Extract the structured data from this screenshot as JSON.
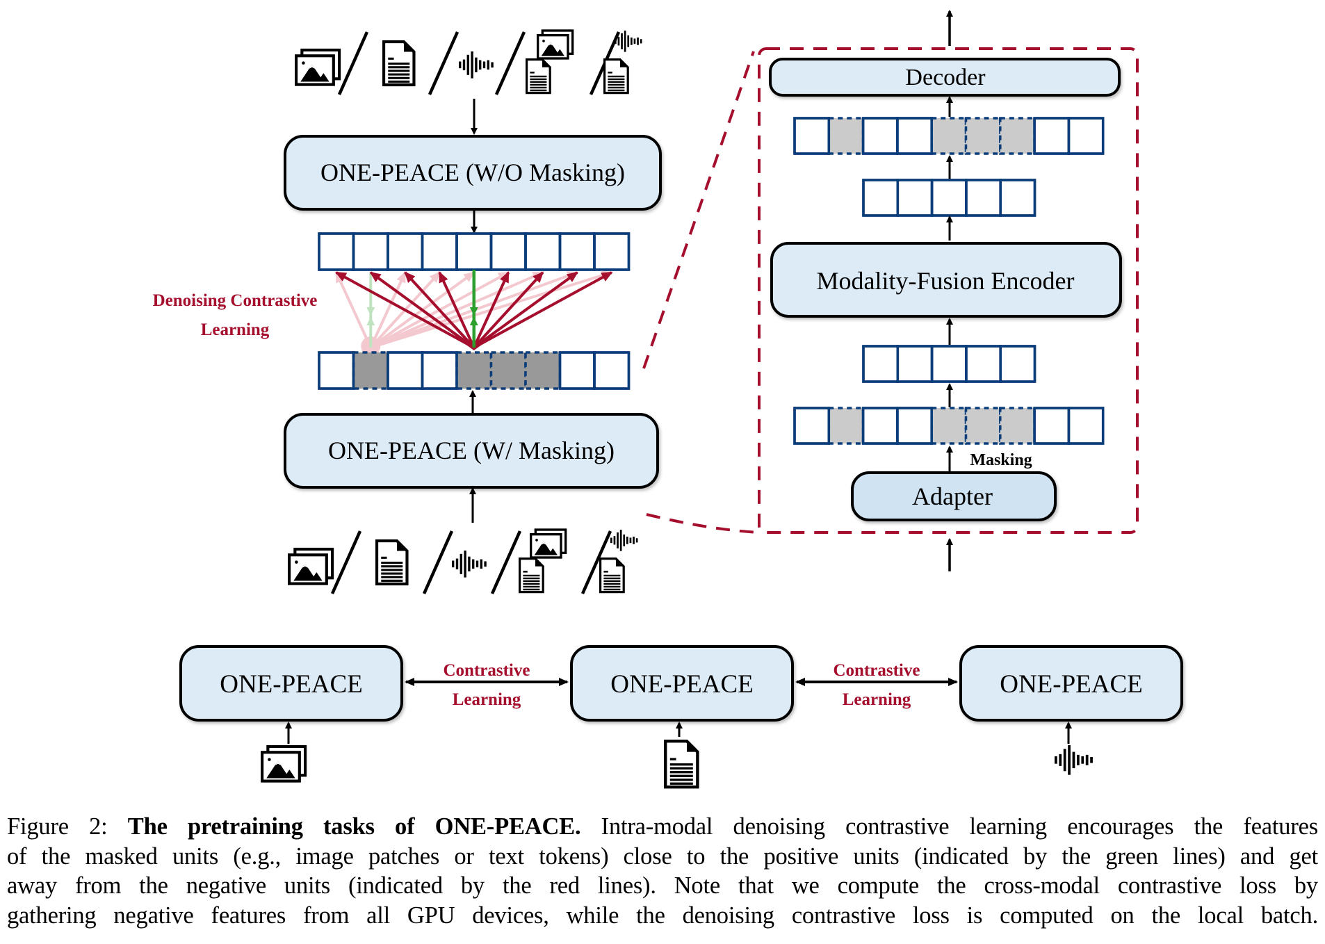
{
  "colors": {
    "box_fill": "#ddebf7",
    "adapter_fill": "#cfe3f3",
    "token_stroke": "#0b3d7a",
    "masked_dark": "#999999",
    "masked_light": "#cbcbcb",
    "accent_red": "#a50f2d",
    "positive_green": "#2ca02c"
  },
  "left_panel": {
    "top_encoder_label": "ONE-PEACE (W/O Masking)",
    "bottom_encoder_label": "ONE-PEACE (W/ Masking)",
    "denoising_label_line1": "Denoising Contrastive",
    "denoising_label_line2": "Learning",
    "input_modalities": [
      "image-icon",
      "document-icon",
      "audio-wave-icon",
      "image-text-icon",
      "audio-text-icon"
    ],
    "top_token_row": {
      "count": 9,
      "masked": []
    },
    "masked_token_row": {
      "count": 9,
      "masked": [
        1,
        4,
        5,
        6
      ]
    },
    "positive_pairs": [
      [
        1,
        1
      ],
      [
        4,
        4
      ]
    ],
    "highlighted_anchor": 4,
    "faded_anchor": 1
  },
  "zoom_panel": {
    "decoder_label": "Decoder",
    "encoder_label": "Modality-Fusion Encoder",
    "adapter_label": "Adapter",
    "masking_label": "Masking",
    "decoder_token_row": {
      "count": 9,
      "masked": [
        1,
        4,
        5,
        6
      ]
    },
    "encoder_output_row": {
      "count": 5
    },
    "encoder_input_row": {
      "count": 5
    },
    "masked_input_row": {
      "count": 9,
      "masked": [
        1,
        4,
        5,
        6
      ]
    }
  },
  "bottom_panel": {
    "encoders": [
      {
        "label": "ONE-PEACE",
        "input": "image-icon"
      },
      {
        "label": "ONE-PEACE",
        "input": "document-icon"
      },
      {
        "label": "ONE-PEACE",
        "input": "audio-wave-icon"
      }
    ],
    "links": [
      {
        "line1": "Contrastive",
        "line2": "Learning"
      },
      {
        "line1": "Contrastive",
        "line2": "Learning"
      }
    ]
  },
  "caption": {
    "prefix": "Figure 2: ",
    "title": "The pretraining tasks of ONE-PEACE.",
    "line1_rest": " Intra-modal denoising contrastive learning encourages the features",
    "line2": "of the masked units (e.g., image patches or text tokens) close to the positive units (indicated by the green lines) and get",
    "line3": "away from the negative units (indicated by the red lines). Note that we compute the cross-modal contrastive loss by",
    "line4": "gathering negative features from all GPU devices, while the denoising contrastive loss is computed on the local batch."
  }
}
